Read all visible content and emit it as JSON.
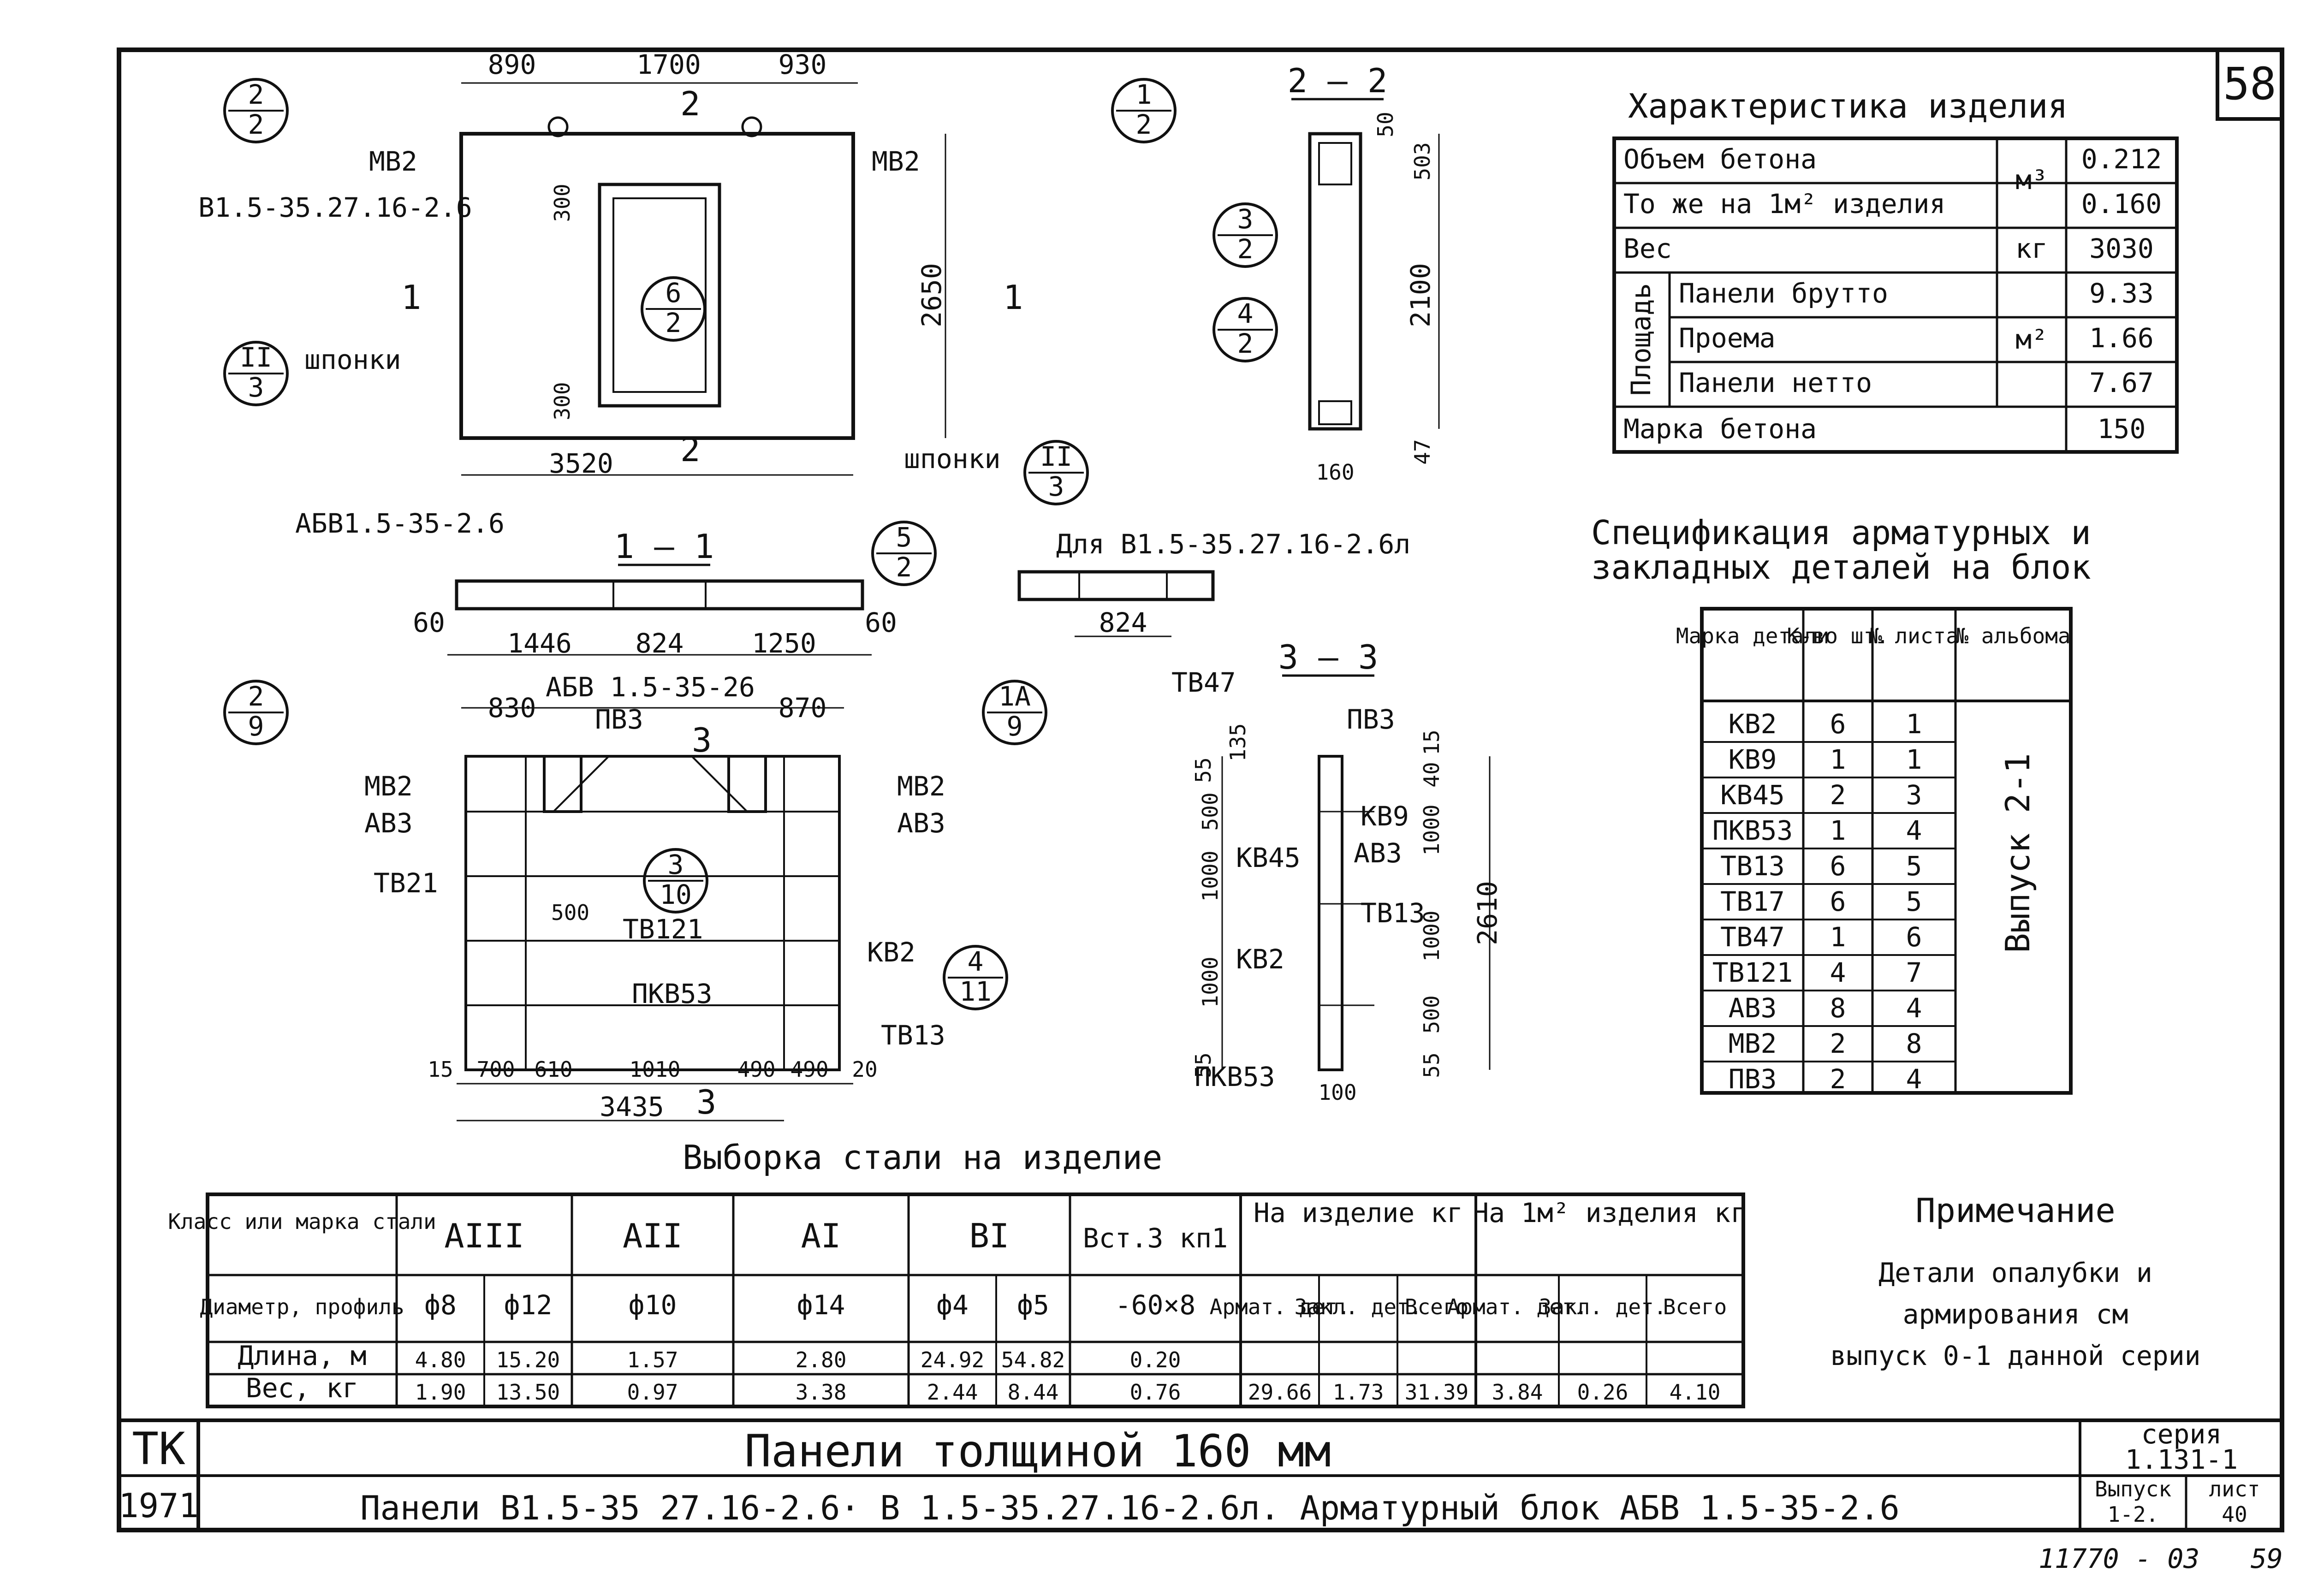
{
  "sheet_no": "58",
  "title_block": {
    "tk": "ТК",
    "year": "1971",
    "title": "Панели толщиной 160 мм",
    "subtitle": "Панели В1.5-35 27.16-2.6· В 1.5-35.27.16-2.6л. Арматурный блок АБВ 1.5-35-2.6",
    "seria_label": "серия",
    "seria_value": "1.131-1",
    "vypusk_label": "Выпуск",
    "vypusk_value": "1-2.",
    "list_label": "лист",
    "list_value": "40"
  },
  "footer_note": "11770 - 03",
  "footer_page": "59",
  "characteristics": {
    "title": "Характеристика изделия",
    "rows": [
      {
        "name": "Объем бетона",
        "unit": "м³",
        "value": "0.212"
      },
      {
        "name": "То же на 1м² изделия",
        "unit": "",
        "value": "0.160"
      },
      {
        "name": "Вес",
        "unit": "кг",
        "value": "3030"
      },
      {
        "name": "Панели брутто",
        "unit": "м²",
        "value": "9.33"
      },
      {
        "name": "Проема",
        "unit": "",
        "value": "1.66"
      },
      {
        "name": "Панели нетто",
        "unit": "",
        "value": "7.67"
      },
      {
        "name": "Марка бетона",
        "unit": "",
        "value": "150"
      }
    ],
    "area_label": "Площадь"
  },
  "specification": {
    "title_line1": "Спецификация арматурных и",
    "title_line2": "закладных деталей на блок",
    "headers": [
      "Марка детали",
      "К-во шт.",
      "№ листа",
      "№ альбома"
    ],
    "rows": [
      {
        "mark": "КВ2",
        "qty": "6",
        "sheet": "1"
      },
      {
        "mark": "КВ9",
        "qty": "1",
        "sheet": "1"
      },
      {
        "mark": "КВ45",
        "qty": "2",
        "sheet": "3"
      },
      {
        "mark": "ПКВ53",
        "qty": "1",
        "sheet": "4"
      },
      {
        "mark": "ТВ13",
        "qty": "6",
        "sheet": "5"
      },
      {
        "mark": "ТВ17",
        "qty": "6",
        "sheet": "5"
      },
      {
        "mark": "ТВ47",
        "qty": "1",
        "sheet": "6"
      },
      {
        "mark": "ТВ121",
        "qty": "4",
        "sheet": "7"
      },
      {
        "mark": "АВ3",
        "qty": "8",
        "sheet": "4"
      },
      {
        "mark": "МВ2",
        "qty": "2",
        "sheet": "8"
      },
      {
        "mark": "ПВ3",
        "qty": "2",
        "sheet": "4"
      }
    ],
    "album": "Выпуск 2-1"
  },
  "steel": {
    "title": "Выборка стали на изделие",
    "col_class": "Класс или марка стали",
    "col_diam": "Диаметр, профиль",
    "col_len": "Длина, м",
    "col_weight": "Вес, кг",
    "classes": [
      "АIII",
      "АII",
      "АI",
      "ВI",
      "Вст.3 кп1"
    ],
    "diams": [
      "ф8",
      "ф12",
      "ф10",
      "ф14",
      "ф4",
      "ф5",
      "-60×8"
    ],
    "lengths": [
      "4.80",
      "15.20",
      "1.57",
      "2.80",
      "24.92",
      "54.82",
      "0.20"
    ],
    "weights": [
      "1.90",
      "13.50",
      "0.97",
      "3.38",
      "2.44",
      "8.44",
      "0.76"
    ],
    "on_product": "На изделие кг",
    "on_m2": "На 1м² изделия кг",
    "sub": [
      "Армат. дет.",
      "Закл. дет.",
      "Всего"
    ],
    "prod_vals": [
      "29.66",
      "1.73",
      "31.39"
    ],
    "m2_vals": [
      "3.84",
      "0.26",
      "4.10"
    ]
  },
  "note": {
    "title": "Примечание",
    "lines": [
      "Детали опалубки и",
      "армирования см",
      "выпуск 0-1 данной серии"
    ]
  },
  "drawing": {
    "dims_top": [
      "890",
      "1700",
      "930"
    ],
    "height_2650": "2650",
    "width_3520": "3520",
    "d300a": "300",
    "d300b": "300",
    "panel_mark": "В1.5-35.27.16-2.6",
    "mv2": "МВ2",
    "shponki": "шпонки",
    "sec22": "2 — 2",
    "sec11": "1 — 1",
    "sec33": "3 — 3",
    "d50": "50",
    "d503": "503",
    "d2100": "2100",
    "d47": "47",
    "d160": "160",
    "abv": "АБВ1.5-35-2.6",
    "abv2": "АБВ 1.5-35-26",
    "sec11_dims": [
      "60",
      "1446",
      "824",
      "1250",
      "60"
    ],
    "for_left": "Для В1.5-35.27.16-2.6л",
    "d824": "824",
    "rebar_top": [
      "830",
      "870"
    ],
    "rebar_labels": {
      "pv3": "ПВ3",
      "av3": "АВ3",
      "tv21": "ТВ21",
      "tv121": "ТВ121",
      "kv2": "КВ2",
      "pkv53": "ПКВ53",
      "tv13": "ТВ13",
      "tv47": "ТВ47",
      "kv9": "КВ9",
      "kv45": "КВ45",
      "d500": "500"
    },
    "rebar_bottom": [
      "15",
      "700",
      "610",
      "1010",
      "490",
      "490",
      "20"
    ],
    "d3435": "3435",
    "sec33_dims": [
      "55",
      "135",
      "500",
      "1000",
      "1000",
      "55"
    ],
    "sec33_right": [
      "15",
      "40",
      "1000",
      "1000",
      "500",
      "55"
    ],
    "d2610": "2610",
    "d100": "100",
    "callouts": {
      "c22": [
        "2",
        "2"
      ],
      "c12": [
        "1",
        "2"
      ],
      "cII3": [
        "II",
        "3"
      ],
      "c62": [
        "6",
        "2"
      ],
      "c32": [
        "3",
        "2"
      ],
      "c42": [
        "4",
        "2"
      ],
      "c52": [
        "5",
        "2"
      ],
      "c29": [
        "2",
        "9"
      ],
      "c1A9": [
        "1А",
        "9"
      ],
      "c310": [
        "3",
        "10"
      ],
      "c411": [
        "4",
        "11"
      ]
    },
    "cut_marks": [
      "1",
      "2",
      "3"
    ]
  }
}
